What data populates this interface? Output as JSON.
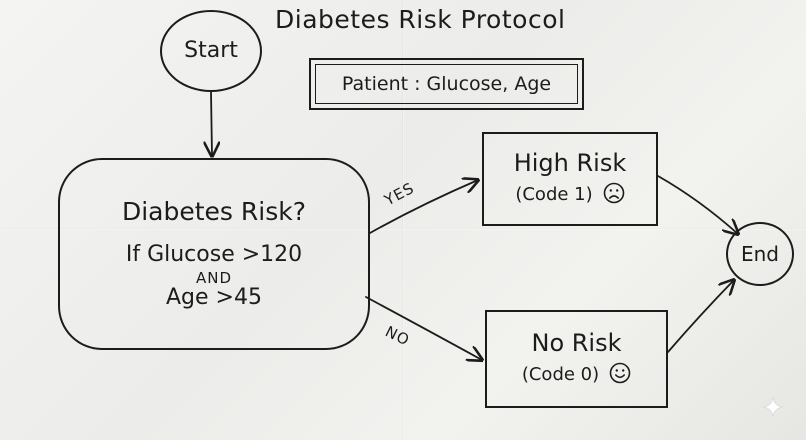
{
  "title": "Diabetes Risk Protocol",
  "nodes": {
    "start": {
      "label": "Start"
    },
    "patient": {
      "label": "Patient : Glucose, Age"
    },
    "condition": {
      "question": "Diabetes Risk?",
      "line1": "If Glucose >120",
      "connector": "AND",
      "line2": "Age >45"
    },
    "high_risk": {
      "title": "High Risk",
      "code": "(Code 1)",
      "face_icon": "frown-face-icon"
    },
    "no_risk": {
      "title": "No Risk",
      "code": "(Code 0)",
      "face_icon": "smile-face-icon"
    },
    "end": {
      "label": "End"
    }
  },
  "edges": {
    "yes_label": "YES",
    "no_label": "NO"
  },
  "connections": [
    {
      "from": "start",
      "to": "condition"
    },
    {
      "from": "condition",
      "to": "high_risk",
      "label": "YES"
    },
    {
      "from": "condition",
      "to": "no_risk",
      "label": "NO"
    },
    {
      "from": "high_risk",
      "to": "end"
    },
    {
      "from": "no_risk",
      "to": "end"
    }
  ],
  "colors": {
    "ink": "#1c1c1c",
    "paper": "#f0f0ee"
  }
}
